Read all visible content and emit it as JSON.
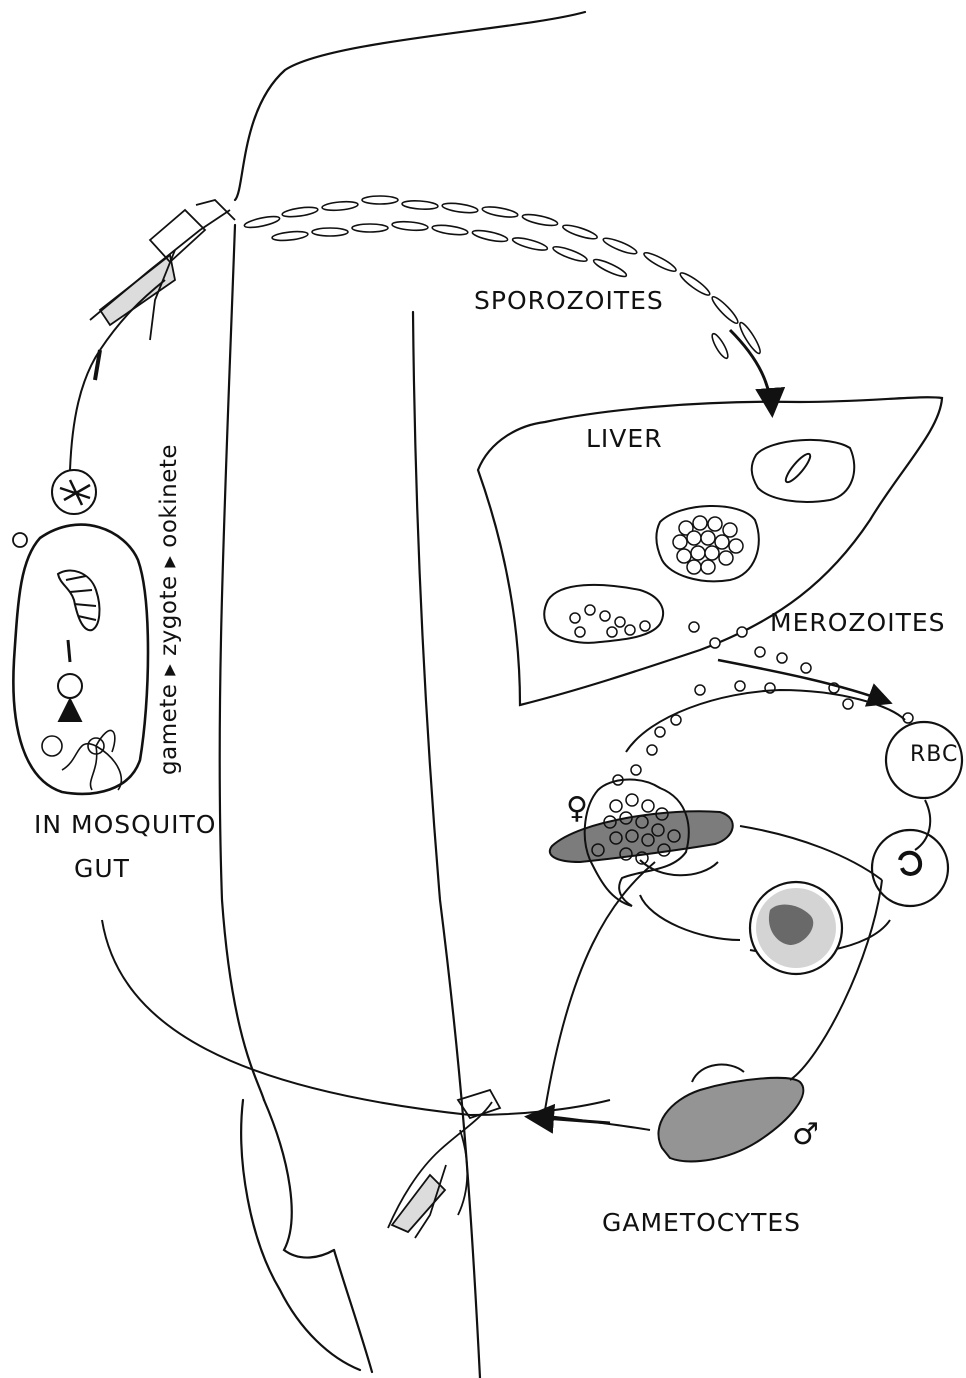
{
  "labels": {
    "sporozoites": "SPOROZOITES",
    "liver": "LIVER",
    "merozoites": "MEROZOITES",
    "rbc": "RBC",
    "mosquito_line1": "IN MOSQUITO",
    "mosquito_line2": "GUT",
    "gametocytes": "GAMETOCYTES",
    "mosquito_stages": "gamete ▸ zygote ▸ ookinete",
    "female_symbol": "♀",
    "male_symbol": "♂"
  }
}
